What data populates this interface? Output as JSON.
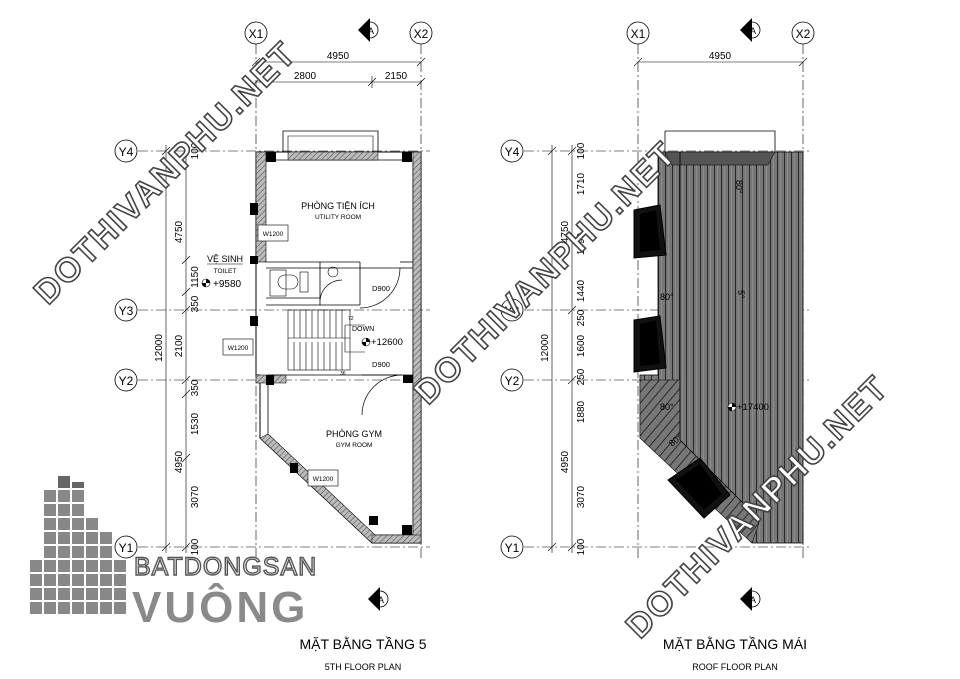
{
  "grid": {
    "x1": "X1",
    "x2": "X2",
    "y1": "Y1",
    "y2": "Y2",
    "y3": "Y3",
    "y4": "Y4"
  },
  "section_marker": "A",
  "left_plan": {
    "overall_width": "4950",
    "dim_top_left": "2800",
    "dim_top_right": "2150",
    "dims_outer_total": "12000",
    "dims_outer": [
      "4750",
      "2100",
      "4950"
    ],
    "dims_inner": [
      "100",
      "1150",
      "350",
      "350",
      "1530",
      "3070",
      "100"
    ],
    "rooms": {
      "utility_vn": "PHÒNG TIỆN ÍCH",
      "utility_en": "UTILITY ROOM",
      "toilet_vn": "VỆ SINH",
      "toilet_en": "TOILET",
      "toilet_level": "+9580",
      "gym_vn": "PHÒNG GYM",
      "gym_en": "GYM ROOM"
    },
    "doors": [
      "D900",
      "D900"
    ],
    "windows": [
      "W1200",
      "W1200",
      "W1200"
    ],
    "stair_label": "DOWN",
    "stair_num1": "72",
    "stair_num2": "36",
    "floor_level": "+12600",
    "title": "MẶT BẰNG TẦNG 5",
    "subtitle": "5TH  FLOOR PLAN"
  },
  "right_plan": {
    "overall_width": "4950",
    "dims_outer_total": "12000",
    "dims_outer": [
      "4750",
      "4950"
    ],
    "dims_inner": [
      "100",
      "1710",
      "1690",
      "1440",
      "250",
      "1600",
      "250",
      "1880",
      "3070",
      "100"
    ],
    "angles": [
      "80°",
      "80°",
      "80°",
      "80°",
      "5°"
    ],
    "roof_level": "+17400",
    "title": "MẶT BẰNG TẦNG MÁI",
    "subtitle": "ROOF  FLOOR PLAN"
  },
  "watermark": "DOTHIVANPHU.NET",
  "logo": {
    "line1": "BATDONGSAN",
    "line2": "VUÔNG"
  }
}
